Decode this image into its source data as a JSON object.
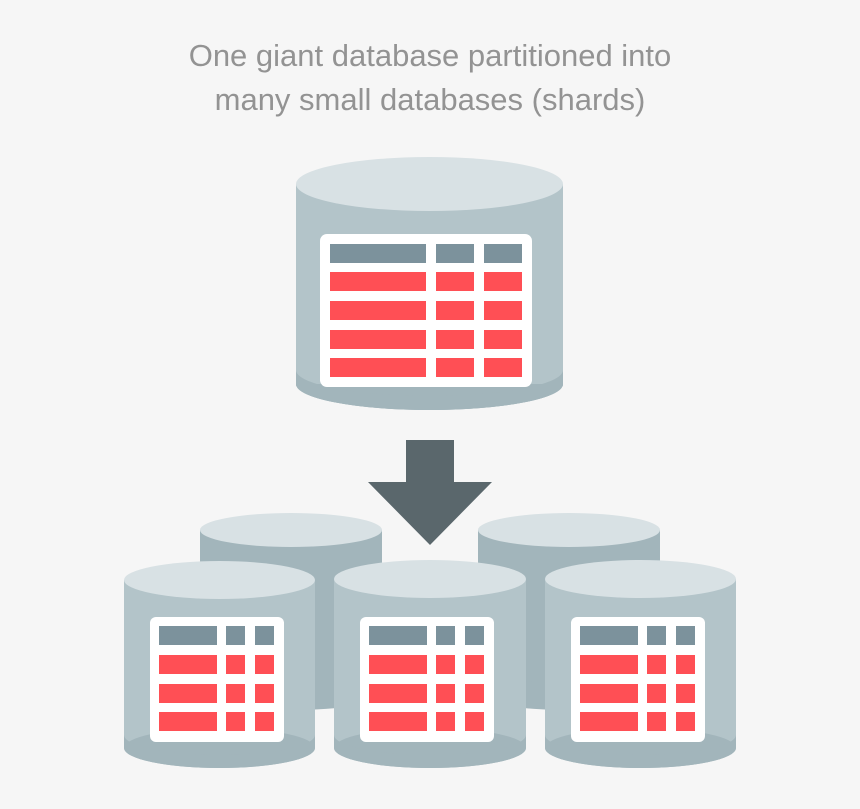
{
  "title": {
    "line1": "One giant database partitioned into",
    "line2": "many small databases (shards)"
  },
  "colors": {
    "background": "#f6f6f6",
    "title_text": "#939393",
    "cylinder_body": "#b3c4c9",
    "cylinder_top": "#d8e1e4",
    "cylinder_bottom": "#a2b5bb",
    "table_header": "#7c929c",
    "table_row": "#ff4f55",
    "table_card": "#ffffff",
    "arrow": "#5a676c"
  },
  "diagram": {
    "source": {
      "label": "giant-database",
      "table_rows": 4
    },
    "arrow": {
      "direction": "down"
    },
    "shards": [
      {
        "label": "shard-back-left",
        "position": "back"
      },
      {
        "label": "shard-back-right",
        "position": "back"
      },
      {
        "label": "shard-front-left",
        "position": "front",
        "table_rows": 3
      },
      {
        "label": "shard-front-middle",
        "position": "front",
        "table_rows": 3
      },
      {
        "label": "shard-front-right",
        "position": "front",
        "table_rows": 3
      }
    ]
  }
}
